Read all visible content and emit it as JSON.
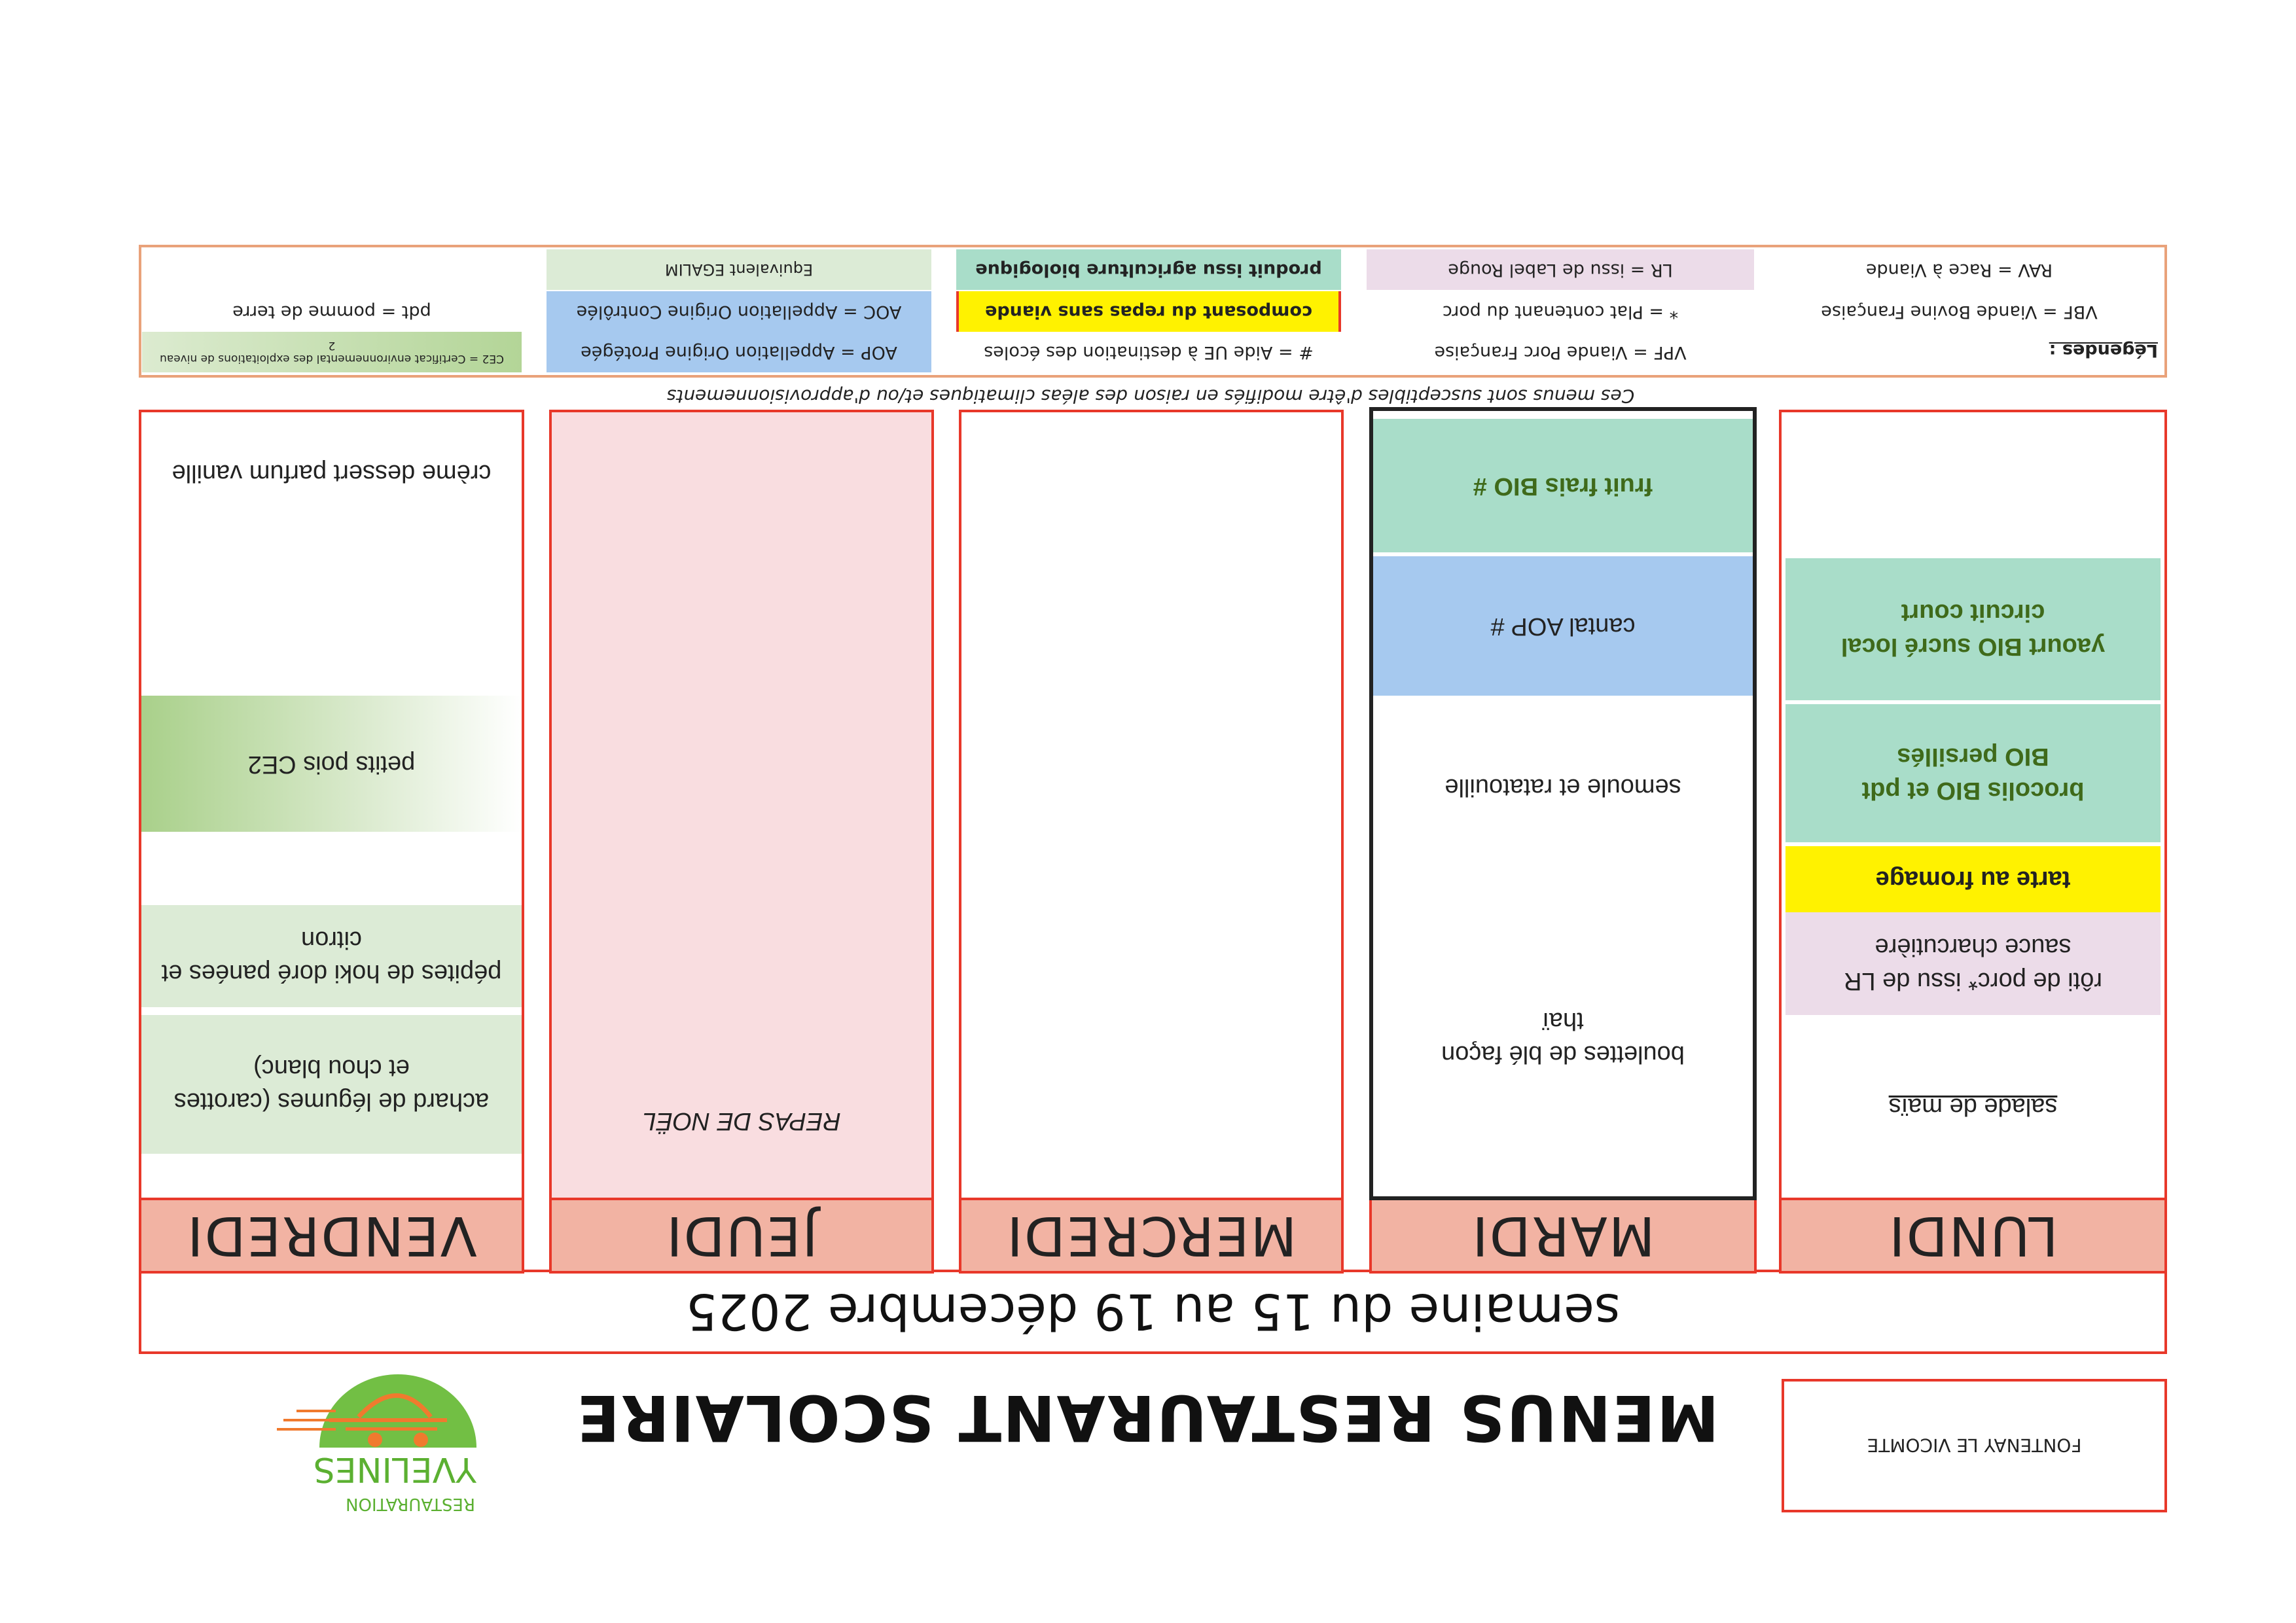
{
  "header": {
    "school": "FONTENAY LE VICOMTE",
    "title": "MENUS RESTAURANT SCOLAIRE",
    "logo": {
      "name": "YVELINES",
      "sub": "RESTAURATION"
    }
  },
  "week_title": "semaine du 15 au 19 décembre 2025",
  "days": [
    {
      "name": "LUNDI",
      "items": [
        "salade de maïs",
        "rôti de porc* issu de LR\nsauce charcutière",
        "tarte au fromage",
        "brocolis BIO et pdt\nBIO persillés",
        "yaourt BIO sucré local\ncircuit court"
      ]
    },
    {
      "name": "MARDI",
      "items": [
        "boulettes de blé façon\nthaï",
        "semoule et ratatouille",
        "cantal AOP #",
        "fruit frais BIO #"
      ]
    },
    {
      "name": "MERCREDI",
      "items": []
    },
    {
      "name": "JEUDI",
      "items": [
        "REPAS DE NOËL"
      ]
    },
    {
      "name": "VENDREDI",
      "items": [
        "achard de légumes (carottes\net chou blanc)",
        "pépites de hoki doré panées et\ncitron",
        "petits pois CE2",
        "crème dessert parfum vanille"
      ]
    }
  ],
  "notice": "Ces menus sont susceptibles d'être modifiés en raison des aléas climatiques et/ou d'approvisionnements",
  "legend": {
    "title": "Légendes :",
    "vbf": "VBF = Viande Bovine Française",
    "rav": "RAV = Race à Viande",
    "vpf": "VPF = Viande Porc Française",
    "porc": "* = Plat contenant du porc",
    "lr": "LR = issu de Label Rouge",
    "aide": "# = Aide UE à destination des écoles",
    "sans_viande": "composant du repas sans viande",
    "bio": "produit issu agriculture biologique",
    "aop": "AOP = Appellation Origine Protégée",
    "aoc": "AOC = Appellation Origine Contrôlée",
    "egalim": "Equivalent EGALIM",
    "ce2": "CE2 = Certificat environnemental des exploitations de niveau\n2",
    "pdt": "pdt = pomme de terre"
  },
  "colors": {
    "border_red": "#e8382a",
    "header_salmon": "#f2b3a3",
    "bio_teal": "#a9ddc9",
    "vegetarian_yellow": "#fff200",
    "label_rouge_pink": "#ecdce9",
    "aop_blue": "#a6c9ef",
    "egalim_green": "#dcebd6",
    "ce2_green": "#b3d597",
    "christmas_pink": "#f9dde0"
  }
}
